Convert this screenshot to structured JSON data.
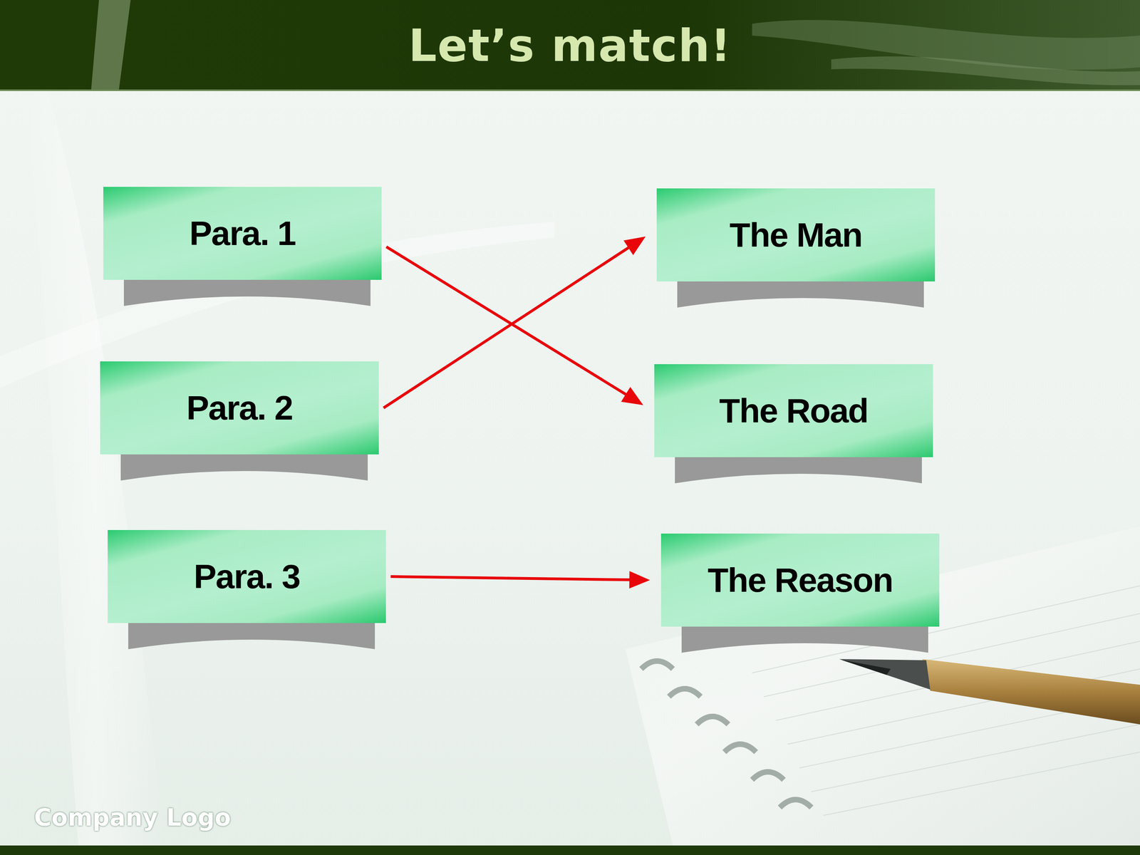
{
  "diagram": {
    "title": "Let’s match!",
    "nodes": [
      {
        "text": [
          "Para. 1"
        ]
      },
      {
        "text": [
          "The Man"
        ]
      },
      {
        "text": [
          "Para. 2"
        ]
      },
      {
        "text": [
          "The Road"
        ]
      },
      {
        "text": [
          "Para. 3"
        ]
      },
      {
        "text": [
          "The Reason"
        ]
      }
    ],
    "edges": [
      {
        "from": 0,
        "to": 3,
        "arrow": "to"
      },
      {
        "from": 2,
        "to": 1,
        "arrow": "to"
      },
      {
        "from": 4,
        "to": 5,
        "arrow": "to"
      }
    ],
    "labels": [
      "Company Logo"
    ]
  }
}
